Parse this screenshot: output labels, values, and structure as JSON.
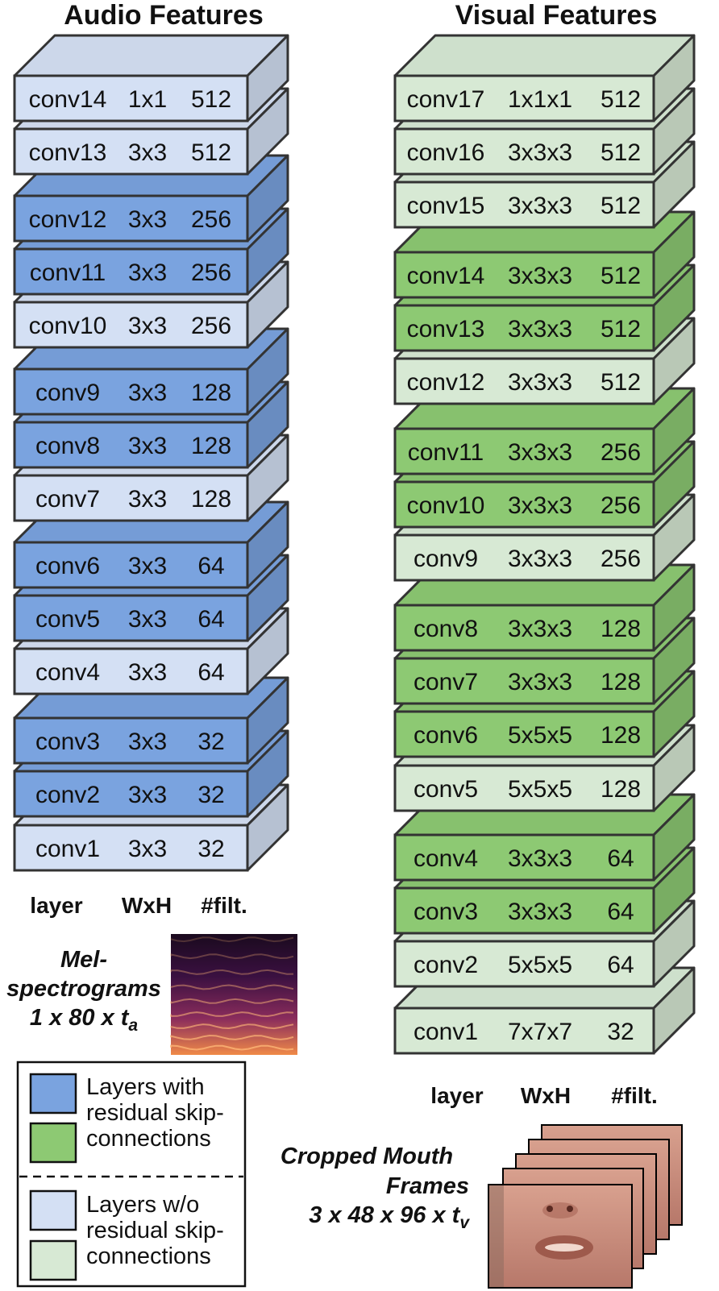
{
  "colors": {
    "audio_skip": "#7aa3df",
    "audio_noskip": "#d4e0f4",
    "visual_skip": "#8dc973",
    "visual_noskip": "#d7e9d4",
    "stroke": "#333333"
  },
  "audio": {
    "title": "Audio Features",
    "headers": {
      "layer": "layer",
      "wxh": "WxH",
      "filters": "#filt."
    },
    "layers": [
      {
        "name": "conv14",
        "wxh": "1x1",
        "filters": "512",
        "skip": false
      },
      {
        "name": "conv13",
        "wxh": "3x3",
        "filters": "512",
        "skip": false
      },
      {
        "name": "conv12",
        "wxh": "3x3",
        "filters": "256",
        "skip": true
      },
      {
        "name": "conv11",
        "wxh": "3x3",
        "filters": "256",
        "skip": true
      },
      {
        "name": "conv10",
        "wxh": "3x3",
        "filters": "256",
        "skip": false
      },
      {
        "name": "conv9",
        "wxh": "3x3",
        "filters": "128",
        "skip": true
      },
      {
        "name": "conv8",
        "wxh": "3x3",
        "filters": "128",
        "skip": true
      },
      {
        "name": "conv7",
        "wxh": "3x3",
        "filters": "128",
        "skip": false
      },
      {
        "name": "conv6",
        "wxh": "3x3",
        "filters": "64",
        "skip": true
      },
      {
        "name": "conv5",
        "wxh": "3x3",
        "filters": "64",
        "skip": true
      },
      {
        "name": "conv4",
        "wxh": "3x3",
        "filters": "64",
        "skip": false
      },
      {
        "name": "conv3",
        "wxh": "3x3",
        "filters": "32",
        "skip": true
      },
      {
        "name": "conv2",
        "wxh": "3x3",
        "filters": "32",
        "skip": true
      },
      {
        "name": "conv1",
        "wxh": "3x3",
        "filters": "32",
        "skip": false
      }
    ],
    "input_caption": [
      "Mel-",
      "spectrograms",
      "1 x 80 x t",
      "a"
    ]
  },
  "visual": {
    "title": "Visual Features",
    "headers": {
      "layer": "layer",
      "wxh": "WxH",
      "filters": "#filt."
    },
    "layers": [
      {
        "name": "conv17",
        "wxh": "1x1x1",
        "filters": "512",
        "skip": false
      },
      {
        "name": "conv16",
        "wxh": "3x3x3",
        "filters": "512",
        "skip": false
      },
      {
        "name": "conv15",
        "wxh": "3x3x3",
        "filters": "512",
        "skip": false
      },
      {
        "name": "conv14",
        "wxh": "3x3x3",
        "filters": "512",
        "skip": true
      },
      {
        "name": "conv13",
        "wxh": "3x3x3",
        "filters": "512",
        "skip": true
      },
      {
        "name": "conv12",
        "wxh": "3x3x3",
        "filters": "512",
        "skip": false
      },
      {
        "name": "conv11",
        "wxh": "3x3x3",
        "filters": "256",
        "skip": true
      },
      {
        "name": "conv10",
        "wxh": "3x3x3",
        "filters": "256",
        "skip": true
      },
      {
        "name": "conv9",
        "wxh": "3x3x3",
        "filters": "256",
        "skip": false
      },
      {
        "name": "conv8",
        "wxh": "3x3x3",
        "filters": "128",
        "skip": true
      },
      {
        "name": "conv7",
        "wxh": "3x3x3",
        "filters": "128",
        "skip": true
      },
      {
        "name": "conv6",
        "wxh": "5x5x5",
        "filters": "128",
        "skip": true
      },
      {
        "name": "conv5",
        "wxh": "5x5x5",
        "filters": "128",
        "skip": false
      },
      {
        "name": "conv4",
        "wxh": "3x3x3",
        "filters": "64",
        "skip": true
      },
      {
        "name": "conv3",
        "wxh": "3x3x3",
        "filters": "64",
        "skip": true
      },
      {
        "name": "conv2",
        "wxh": "5x5x5",
        "filters": "64",
        "skip": false
      },
      {
        "name": "conv1",
        "wxh": "7x7x7",
        "filters": "32",
        "skip": false
      }
    ],
    "input_caption": [
      "Cropped Mouth",
      "Frames",
      "3 x 48 x 96 x t",
      "v"
    ]
  },
  "legend": {
    "with_skip": [
      "Layers with",
      "residual skip-",
      "connections"
    ],
    "without_skip": [
      "Layers w/o",
      "residual skip-",
      "connections"
    ]
  }
}
